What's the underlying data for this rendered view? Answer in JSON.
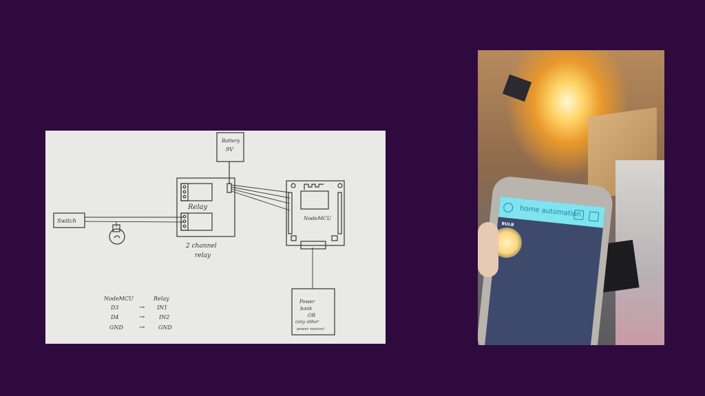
{
  "diagram": {
    "battery": {
      "line1": "Battery",
      "line2": "9V"
    },
    "relay_label": "Relay",
    "relay_caption": {
      "line1": "2 channel",
      "line2": "relay"
    },
    "switch_label": "Switch",
    "nodemcu_label": "NodeMCU",
    "power": {
      "line1": "Power",
      "line2": "bank",
      "line3": "OR",
      "line4": "(any other",
      "line5": "power source)"
    },
    "legend": {
      "header_left": "NodeMCU",
      "header_right": "Relay",
      "rows": [
        {
          "from": "D3",
          "arrow": "→",
          "to": "IN1"
        },
        {
          "from": "D4",
          "arrow": "→",
          "to": "IN2"
        },
        {
          "from": "GND",
          "arrow": "→",
          "to": "GND"
        }
      ]
    }
  },
  "photo": {
    "app_title": "home automation",
    "button_label": "BULB"
  }
}
